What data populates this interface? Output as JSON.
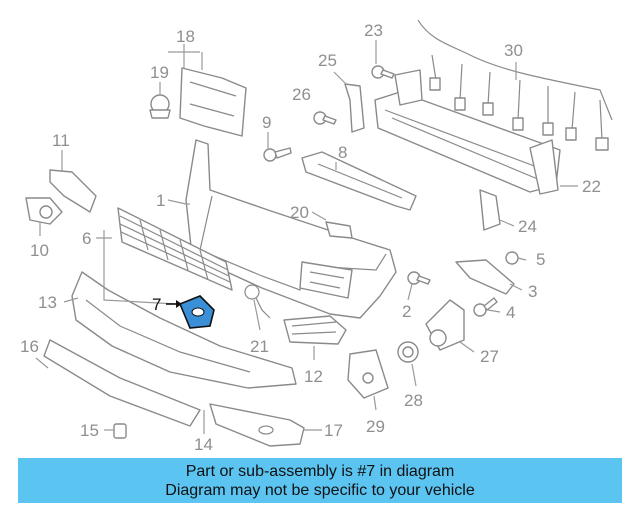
{
  "callouts": {
    "n1": "1",
    "n2": "2",
    "n3": "3",
    "n4": "4",
    "n5": "5",
    "n6": "6",
    "n7": "7",
    "n8": "8",
    "n9": "9",
    "n10": "10",
    "n11": "11",
    "n12": "12",
    "n13": "13",
    "n14": "14",
    "n15": "15",
    "n16": "16",
    "n17": "17",
    "n18": "18",
    "n19": "19",
    "n20": "20",
    "n21": "21",
    "n22": "22",
    "n23": "23",
    "n24": "24",
    "n25": "25",
    "n26": "26",
    "n27": "27",
    "n28": "28",
    "n29": "29",
    "n30": "30"
  },
  "highlight_part": "7",
  "colors": {
    "banner_bg": "#5bc4f1",
    "highlight_part_fill": "#3a8fd6",
    "lines": "#8a8a8a"
  },
  "banner": {
    "line1": "Part or sub-assembly is #7 in diagram",
    "line2": "Diagram may not be specific to your vehicle"
  }
}
